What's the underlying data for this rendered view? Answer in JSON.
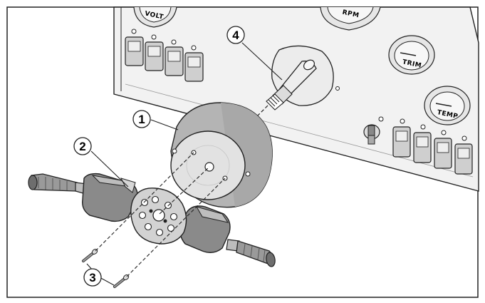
{
  "gauges": {
    "volt": "VOLT",
    "rpm": "RPM",
    "trim": "TRIM",
    "temp": "TEMP"
  },
  "callouts": {
    "c1": "1",
    "c2": "2",
    "c3": "3",
    "c4": "4"
  },
  "colors": {
    "line": "#222222",
    "panel": "#f2f2f2",
    "hub_face": "#e2e2e2",
    "hub_side": "#b4b4b4",
    "handle": "#8a8a8a",
    "switch": "#cfcfcf"
  }
}
